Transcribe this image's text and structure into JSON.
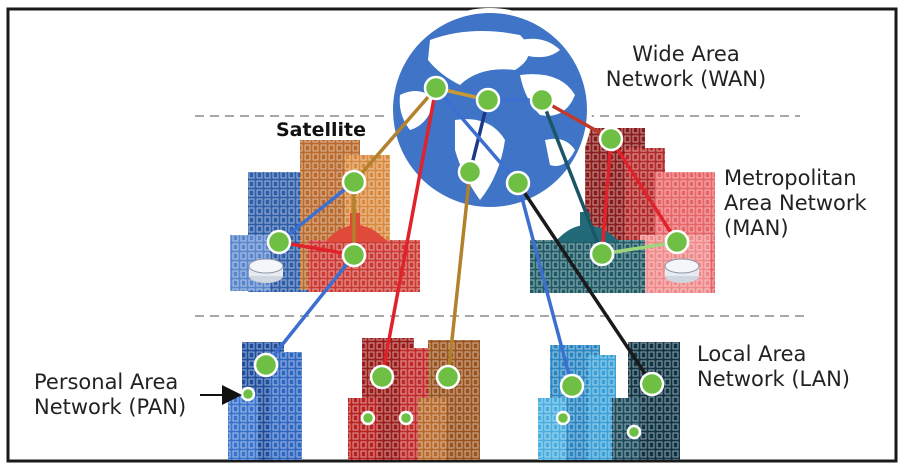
{
  "labels": {
    "wan_line1": "Wide Area",
    "wan_line2": "Network (WAN)",
    "satellite": "Satellite",
    "man_line1": "Metropolitan",
    "man_line2": "Area Network",
    "man_line3": "(MAN)",
    "lan_line1": "Local Area",
    "lan_line2": "Network (LAN)",
    "pan_line1": "Personal Area",
    "pan_line2": "Network (PAN)"
  },
  "colors": {
    "node_green": "#6fbf45",
    "globe_blue": "#3f74c7",
    "link_red": "#e0232b",
    "link_brown": "#b2812b",
    "link_blue": "#3c6fd0",
    "link_navy": "#1d3a8a",
    "link_teal": "#1b5666",
    "link_black": "#1a1a1a",
    "link_lightgreen": "#9ed47a"
  },
  "icons": [
    "globe-icon",
    "satellite-icon",
    "router-icon",
    "building-icon",
    "network-node-icon",
    "arrow-icon"
  ]
}
